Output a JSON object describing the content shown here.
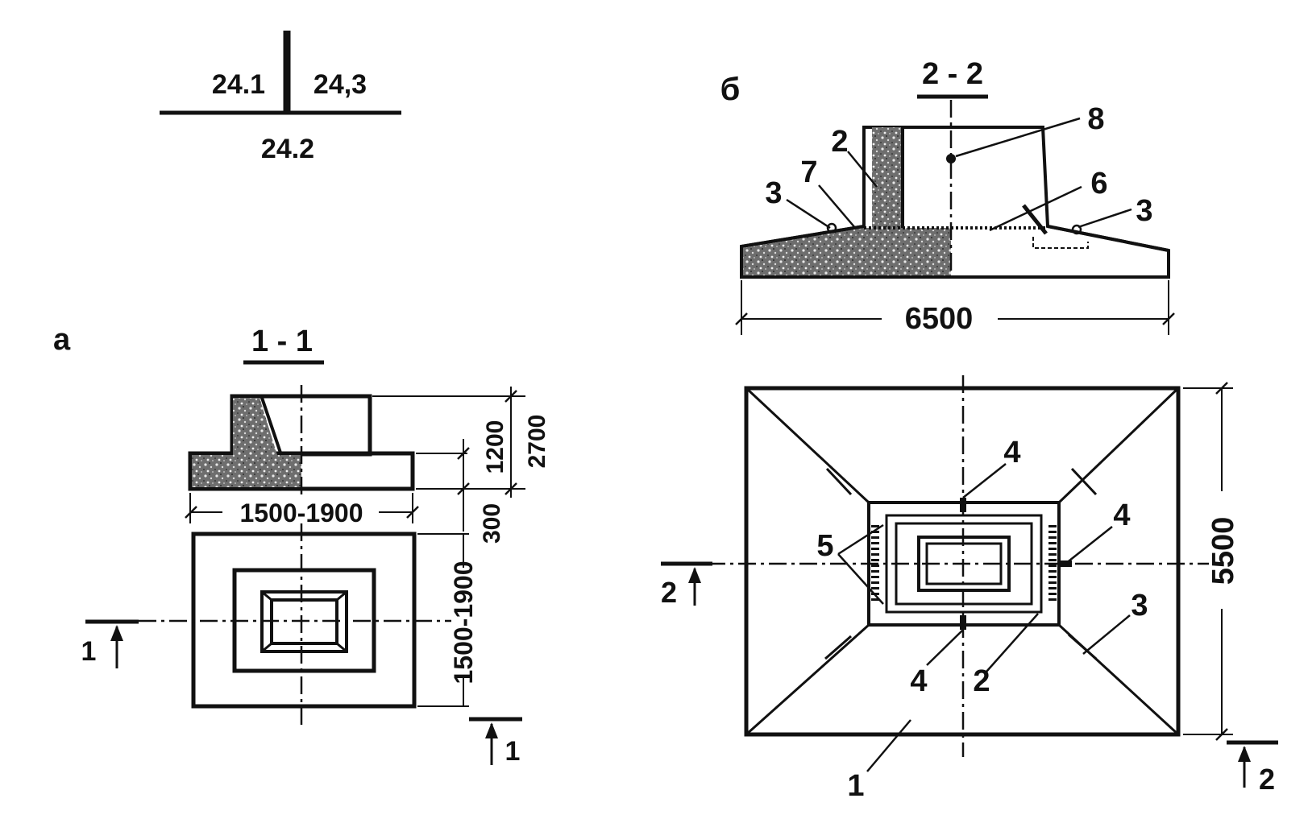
{
  "layout_key": {
    "left": "24.1",
    "right": "24,3",
    "bottom": "24.2"
  },
  "panel_a": {
    "letter": "a",
    "section_title": "1 - 1",
    "dim_width": "1500-1900",
    "dim_plan": "1500-1900",
    "dim_upper": "1200",
    "dim_total": "2700",
    "dim_base": "300",
    "cut_left": "1",
    "cut_right": "1"
  },
  "panel_b": {
    "letter": "б",
    "section_title": "2 - 2",
    "dim_width": "6500",
    "dim_height": "5500",
    "cut_left": "2",
    "cut_right": "2",
    "callouts": {
      "c1": "1",
      "c2a": "2",
      "c2b": "2",
      "c3a": "3",
      "c3b": "3",
      "c3c": "3",
      "c4a": "4",
      "c4b": "4",
      "c4c": "4",
      "c5": "5",
      "c6": "6",
      "c7": "7",
      "c8": "8"
    }
  },
  "colors": {
    "ink": "#111111",
    "background": "#ffffff"
  }
}
